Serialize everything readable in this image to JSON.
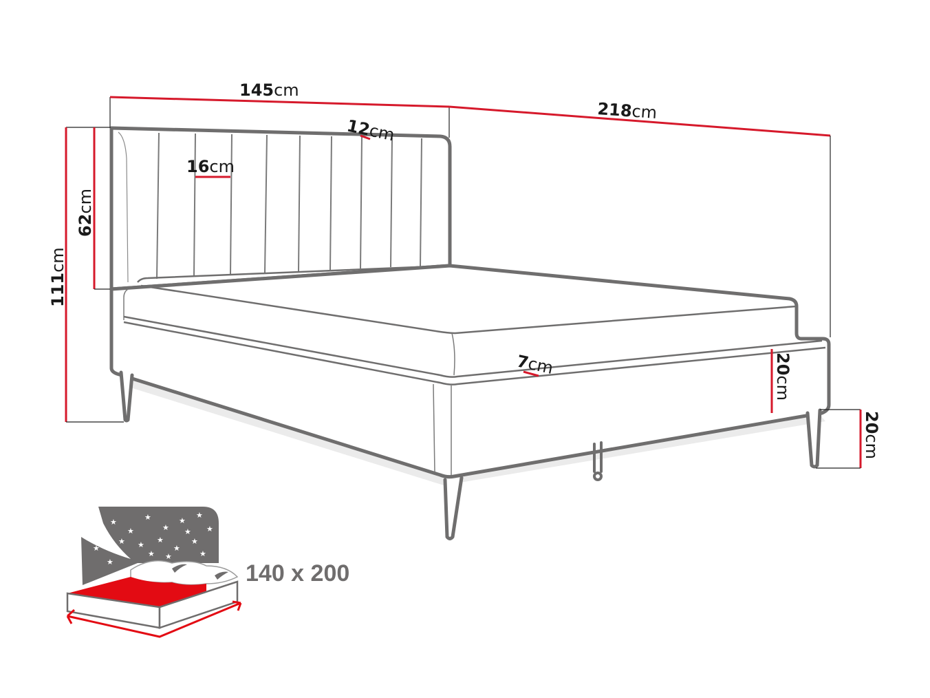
{
  "diagram": {
    "subject": "Upholstered bed with vertical channel-tufted headboard",
    "colors": {
      "outline": "#6f6e6e",
      "dimension_line": "#d6192b",
      "label_text": "#1a1a1a",
      "icon_gray": "#6f6d6d",
      "icon_red": "#e30b13"
    },
    "dimensions": {
      "width": {
        "value": "145",
        "unit": "cm"
      },
      "length": {
        "value": "218",
        "unit": "cm"
      },
      "total_height": {
        "value": "111",
        "unit": "cm"
      },
      "headboard_height": {
        "value": "62",
        "unit": "cm"
      },
      "channel_width": {
        "value": "16",
        "unit": "cm"
      },
      "headboard_thickness": {
        "value": "12",
        "unit": "cm"
      },
      "frame_lip": {
        "value": "7",
        "unit": "cm"
      },
      "frame_height": {
        "value": "20",
        "unit": "cm"
      },
      "leg_height": {
        "value": "20",
        "unit": "cm"
      }
    },
    "mattress_icon": {
      "size_label": "140 x 200"
    }
  }
}
